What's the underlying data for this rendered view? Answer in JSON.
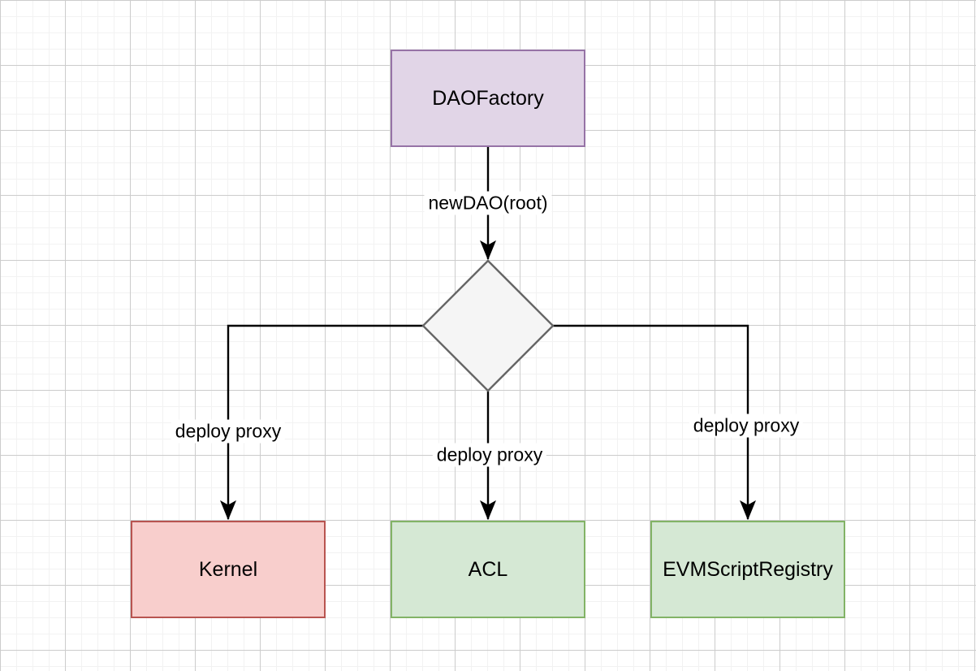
{
  "canvas": {
    "background": "#ffffff",
    "grid_minor_color": "#f2f2f2",
    "grid_major_color": "#cccccc"
  },
  "nodes": {
    "daofactory": {
      "label": "DAOFactory",
      "fill": "#e1d5e7",
      "stroke": "#9673a6"
    },
    "decision": {
      "label": "",
      "fill": "#f5f5f5",
      "stroke": "#666666"
    },
    "kernel": {
      "label": "Kernel",
      "fill": "#f8cecc",
      "stroke": "#b85450"
    },
    "acl": {
      "label": "ACL",
      "fill": "#d5e8d4",
      "stroke": "#82b366"
    },
    "evmscriptregistry": {
      "label": "EVMScriptRegistry",
      "fill": "#d5e8d4",
      "stroke": "#82b366"
    }
  },
  "edges": {
    "newdao": {
      "label": "newDAO(root)",
      "color": "#000000"
    },
    "deploy_kernel": {
      "label": "deploy proxy",
      "color": "#000000"
    },
    "deploy_acl": {
      "label": "deploy proxy",
      "color": "#000000"
    },
    "deploy_evm": {
      "label": "deploy proxy",
      "color": "#000000"
    }
  }
}
